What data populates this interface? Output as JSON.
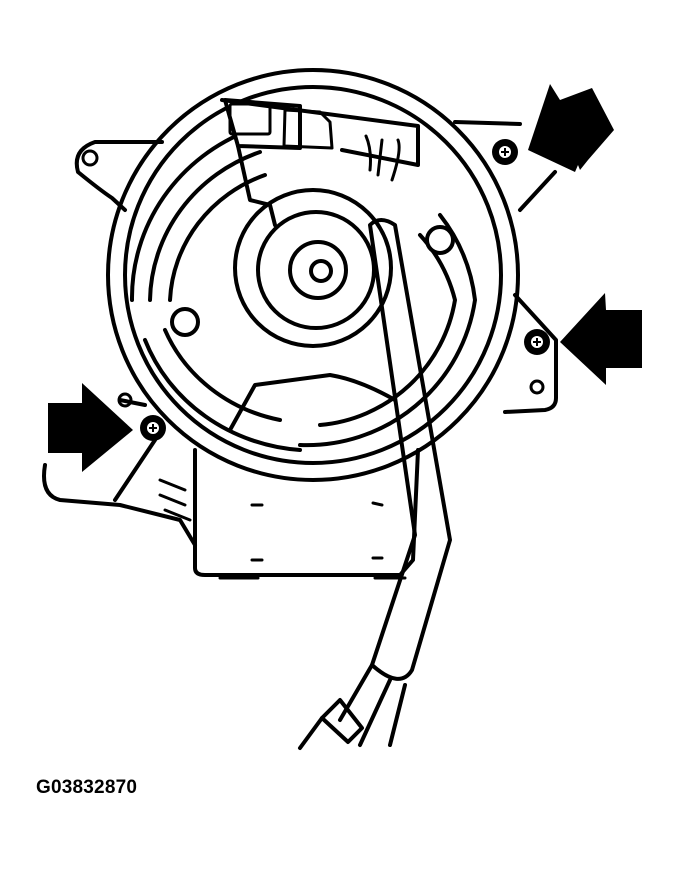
{
  "figure": {
    "id_label": "G03832870",
    "subject": "Blower motor assembly with mounting screws indicated",
    "callouts": [
      {
        "name": "upper-right-screw",
        "indicator": "arrow"
      },
      {
        "name": "right-screw",
        "indicator": "arrow"
      },
      {
        "name": "lower-left-screw",
        "indicator": "arrow"
      }
    ],
    "colors": {
      "ink": "#000000",
      "background": "#ffffff"
    }
  }
}
